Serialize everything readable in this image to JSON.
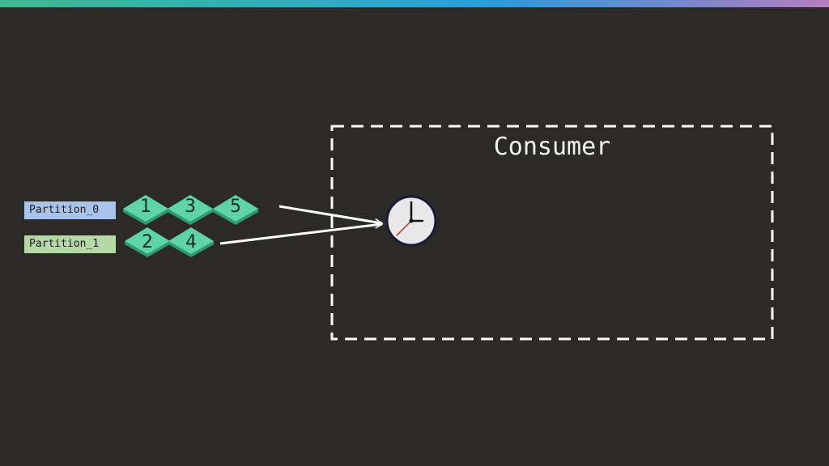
{
  "consumer": {
    "title": "Consumer"
  },
  "partitions": [
    {
      "label": "Partition_0",
      "messages": [
        "1",
        "3",
        "5"
      ]
    },
    {
      "label": "Partition_1",
      "messages": [
        "2",
        "4"
      ]
    }
  ],
  "icons": {
    "consumer_clock": "clock-icon"
  },
  "colors": {
    "background": "#2b2a27",
    "message_top": "#5fd4a8",
    "message_side": "#2f9a78",
    "partition_0_label_bg": "#a8c4ec",
    "partition_1_label_bg": "#b5d9a6",
    "arrow": "#ffffff",
    "consumer_border": "#ffffff"
  }
}
